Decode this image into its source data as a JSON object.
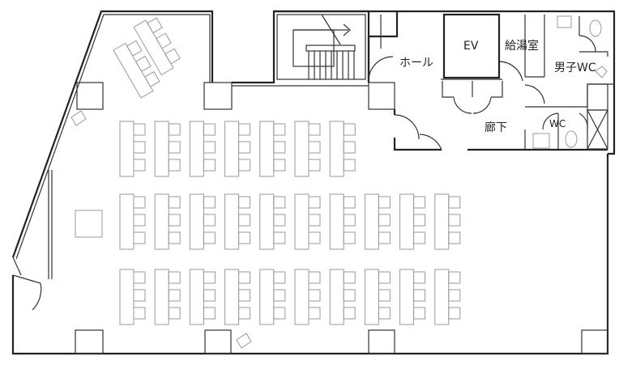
{
  "labels": {
    "hall": "ホール",
    "elevator": "EV",
    "kitchenette": "給湯室",
    "mens_wc": "男子WC",
    "corridor": "廊下",
    "wc": "WC"
  },
  "seating": {
    "rows": [
      {
        "groups": 7,
        "chairs_per_group": 3
      },
      {
        "groups": 10,
        "chairs_per_group": 3
      },
      {
        "groups": 10,
        "chairs_per_group": 3
      }
    ]
  }
}
